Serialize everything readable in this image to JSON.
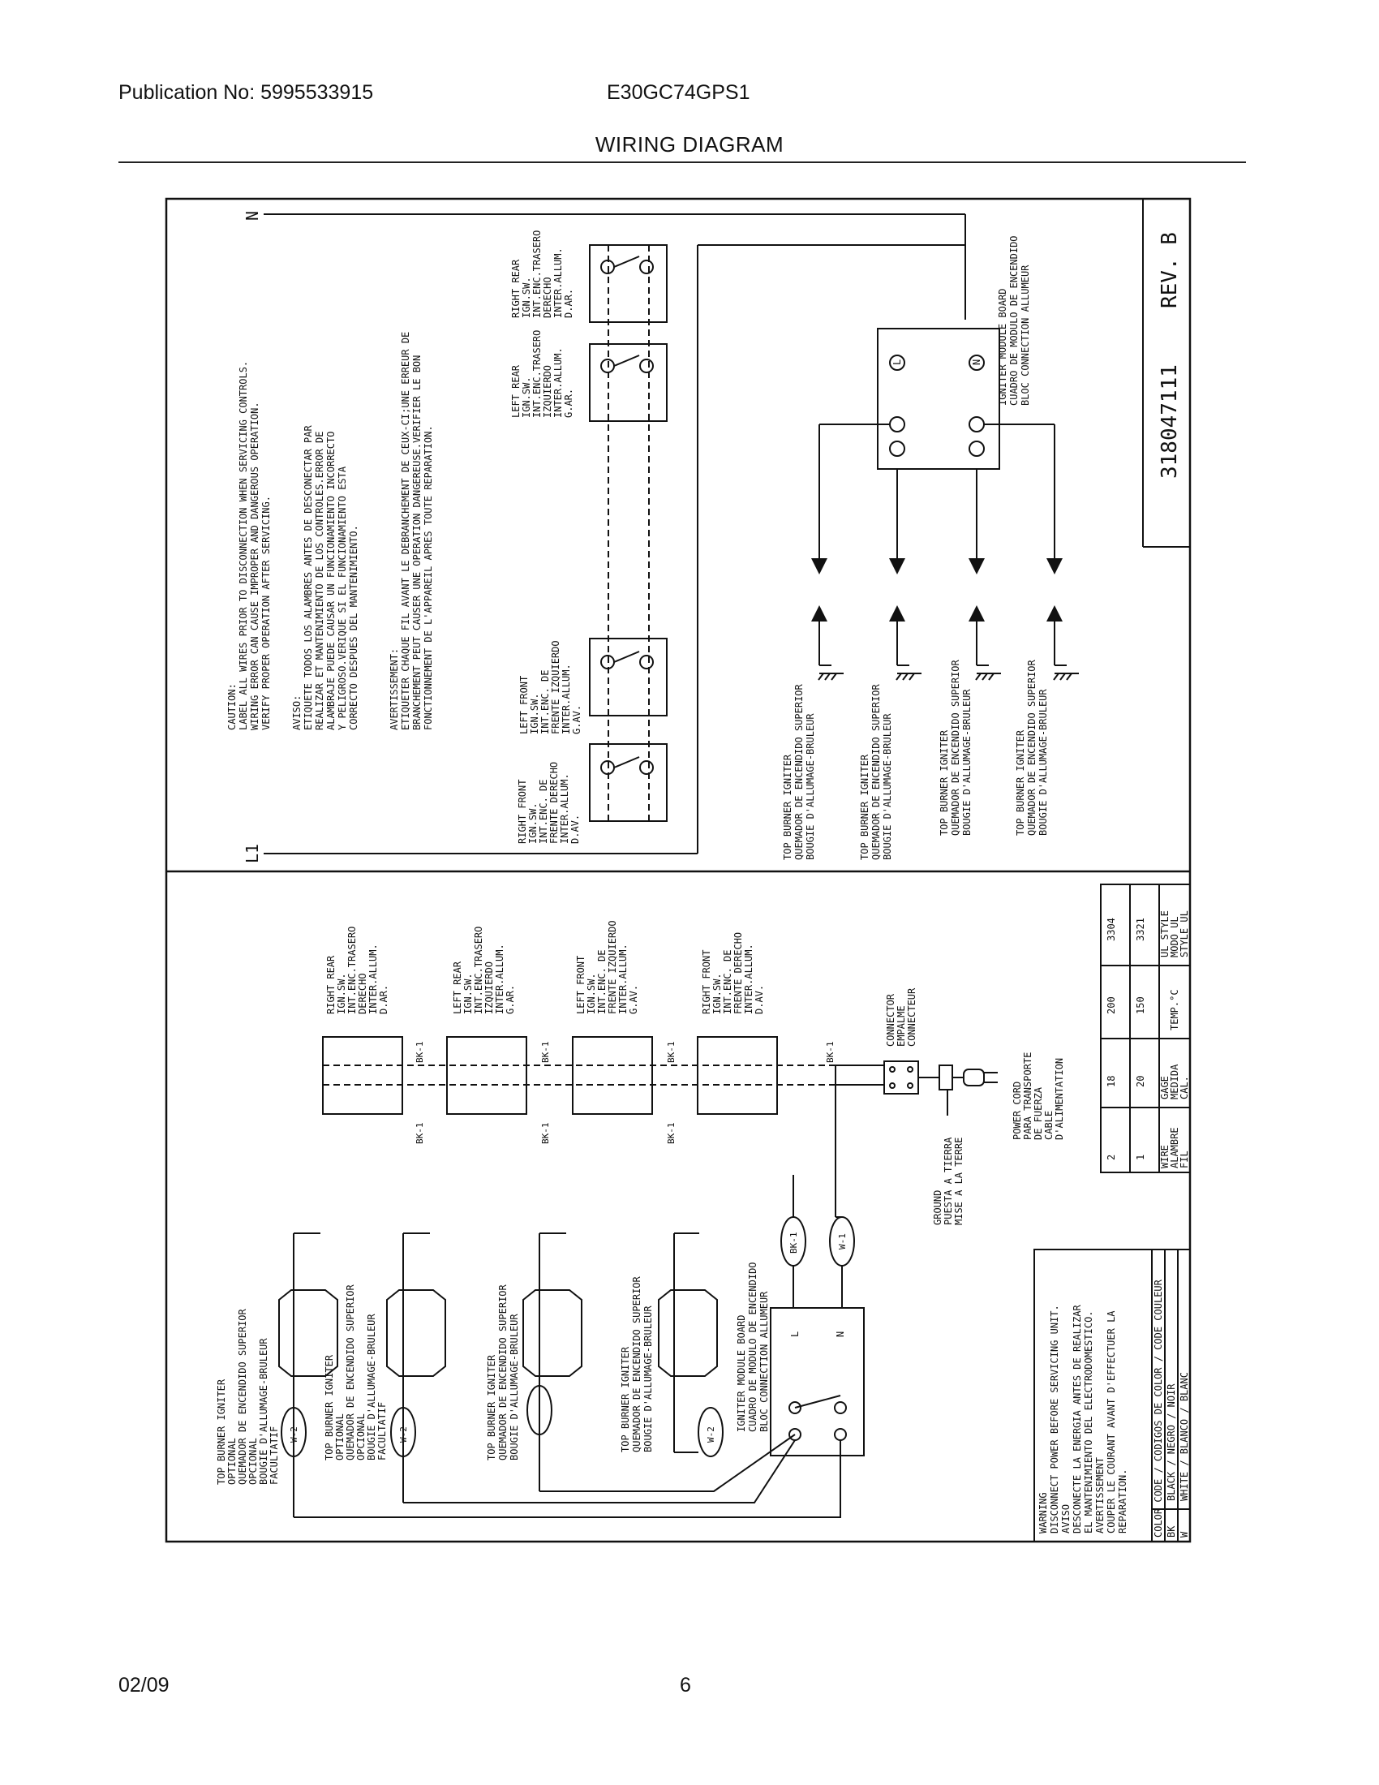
{
  "header": {
    "publication": "Publication No: 5995533915",
    "model": "E30GC74GPS1",
    "title": "WIRING DIAGRAM"
  },
  "footer": {
    "date": "02/09",
    "page": "6"
  },
  "diagram": {
    "part_number": "318047111",
    "revision": "REV. B",
    "line_labels": {
      "l1": "L1",
      "n": "N"
    },
    "caution": [
      "CAUTION:",
      "LABEL ALL WIRES PRIOR TO DISCONNECTION WHEN SERVICING CONTROLS.",
      "WIRING ERROR CAN CAUSE IMPROPER AND DANGEROUS OPERATION.",
      "VERIFY PROPER OPERATION AFTER SERVICING."
    ],
    "aviso": [
      "AVISO:",
      "ETIQUETE TODOS LOS ALAMBRES ANTES DE DESCONECTAR PAR",
      "REALIZAR ET MANTENIMIENTO DE LOS CONTROLES.ERROR DE",
      "ALAMBRAJE PUEDE CAUSAR UN FUNCIONAMIENTO INCORRECTO",
      "Y PELIGROSO.VERIQUE SI EL FUNCIONAMIENTO ESTA",
      "CORRECTO DESPUES DEL MANTENIMIENTO."
    ],
    "avertissement": [
      "AVERTISSEMENT:",
      "ETIQUETER CHAQUE FIL AVANT LE DEBRANCHEMENT DE CEUX-CI;UNE ERREUR DE",
      "BRANCHEMENT PEUT CAUSER UNE OPERATION DANGEREUSE.VERIFIER LE BON",
      "FONCTIONNEMENT DE L'APPAREIL APRES TOUTE REPARATION."
    ],
    "schematic_switches": [
      [
        "RIGHT FRONT",
        "IGN.SW.",
        "INT.ENC. DE",
        "FRENTE DERECHO",
        "INTER.ALLUM.",
        "D.AV."
      ],
      [
        "LEFT FRONT",
        "IGN.SW.",
        "INT.ENC. DE",
        "FRENTE IZQUIERDO",
        "INTER.ALLUM.",
        "G.AV."
      ],
      [
        "LEFT REAR",
        "IGN.SW.",
        "INT.ENC.TRASERO",
        "IZQUIERDO",
        "INTER.ALLUM.",
        "G.AR."
      ],
      [
        "RIGHT REAR",
        "IGN.SW.",
        "INT.ENC.TRASERO",
        "DERECHO",
        "INTER.ALLUM.",
        "D.AR."
      ]
    ],
    "schematic_igniters": [
      "TOP BURNER IGNITER",
      "QUEMADOR DE ENCENDIDO SUPERIOR",
      "BOUGIE D'ALLUMAGE-BRULEUR"
    ],
    "igniter_module": [
      "IGNITER MODULE BOARD",
      "CUADRO DE MODULO DE ENCENDIDO",
      "BLOC CONNECTION ALLUMEUR"
    ],
    "module_terminals": {
      "l": "L",
      "n": "N"
    },
    "wiring_switches": [
      [
        "RIGHT REAR",
        "IGN.SW.",
        "INT.ENC.TRASERO",
        "DERECHO",
        "INTER.ALLUM.",
        "D.AR."
      ],
      [
        "LEFT REAR",
        "IGN.SW.",
        "INT.ENC.TRASERO",
        "IZQUIERDO",
        "INTER.ALLUM.",
        "G.AR."
      ],
      [
        "LEFT FRONT",
        "IGN.SW.",
        "INT.ENC. DE",
        "FRENTE IZQUIERDO",
        "INTER.ALLUM.",
        "G.AV."
      ],
      [
        "RIGHT FRONT",
        "IGN.SW.",
        "INT.ENC. DE",
        "FRENTE DERECHO",
        "INTER.ALLUM.",
        "D.AV."
      ]
    ],
    "wire_tag_bk": "BK-1",
    "wire_tag_w1": "W-1",
    "wire_tag_w2": "W-2",
    "connector": [
      "CONNECTOR",
      "EMPALME",
      "CONNECTEUR"
    ],
    "power_cord": [
      "POWER CORD",
      "PARA TRANSPORTE",
      "DE FUERZA",
      "CABLE",
      "D'ALIMENTATION"
    ],
    "ground": [
      "GROUND",
      "PUESTA A TIERRA",
      "MISE A LA TERRE"
    ],
    "optional_igniter": [
      "TOP BURNER IGNITER",
      "OPTIONAL",
      "QUEMADOR DE ENCENDIDO SUPERIOR",
      "OPCIONAL",
      "BOUGIE D'ALLUMAGE-BRULEUR",
      "FACULTATIF"
    ],
    "wiring_igniter": [
      "TOP BURNER IGNITER",
      "QUEMADOR DE ENCENDIDO SUPERIOR",
      "BOUGIE D'ALLUMAGE-BRULEUR"
    ],
    "warning": [
      "WARNING",
      "DISCONNECT POWER BEFORE SERVICING UNIT.",
      "AVISO",
      "DESCONECTE LA ENERGIA ANTES DE REALIZAR",
      "EL MANTENIMIENTO DEL ELECTRODOMESTICO.",
      "AVERTISSEMENT",
      "COUPER LE COURANT AVANT D'EFFECTUER LA",
      "REPARATION."
    ],
    "color_code": {
      "title": "COLOR CODE / CODIGOS DE COLOR / CODE COULEUR",
      "rows": [
        [
          "BK",
          "BLACK / NEGRO / NOIR"
        ],
        [
          "W",
          "WHITE / BLANCO / BLANC"
        ]
      ]
    },
    "wire_table": {
      "rows": [
        [
          "WIRE",
          "ALAMBRE",
          "FIL"
        ],
        [
          "GAGE",
          "MEDIDA",
          "CAL."
        ],
        [
          "TEMP.°C",
          "",
          ""
        ],
        [
          "UL STYLE",
          "MODO UL",
          "STYLE UL"
        ]
      ],
      "values": [
        [
          "1",
          "20",
          "150",
          "3321"
        ],
        [
          "2",
          "18",
          "200",
          "3304"
        ]
      ]
    }
  }
}
